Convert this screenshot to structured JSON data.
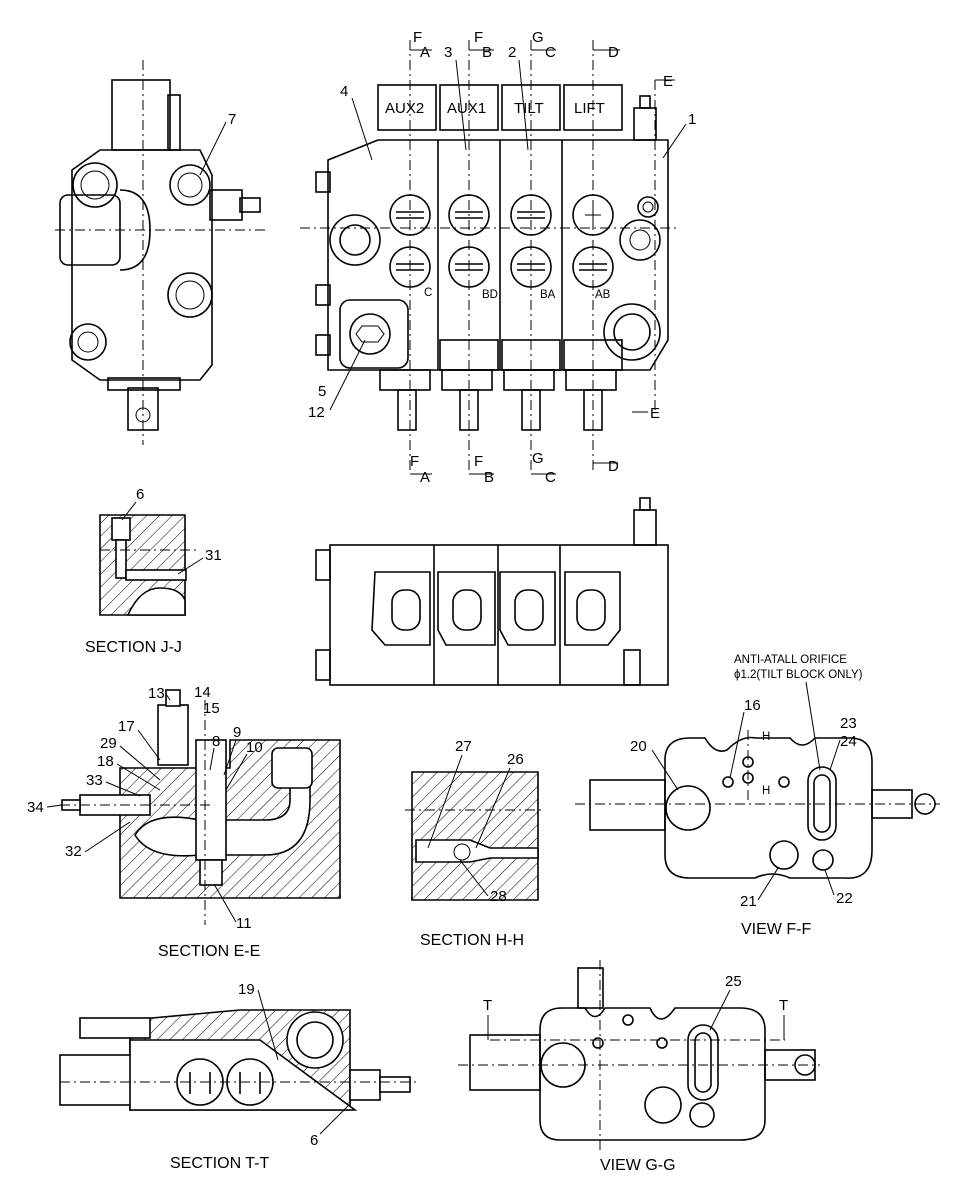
{
  "top_view": {
    "block_labels": [
      "AUX2",
      "AUX1",
      "TILT",
      "LIFT"
    ],
    "section_marks": {
      "f_top_1": "F",
      "a_top": "A",
      "f_top_2": "F",
      "b_top": "B",
      "g_top": "G",
      "c_top": "C",
      "d_top": "D",
      "e_top": "E",
      "f_bot_1": "F",
      "a_bot": "A",
      "f_bot_2": "F",
      "b_bot": "B",
      "g_bot": "G",
      "c_bot": "C",
      "d_bot": "D",
      "e_bot": "E"
    },
    "port_marks": [
      "C",
      "BD",
      "BA",
      "AB"
    ],
    "part_numbers": {
      "p1": "1",
      "p2": "2",
      "p3": "3",
      "p4": "4",
      "p5": "5",
      "p7": "7",
      "p12": "12"
    }
  },
  "section_jj": {
    "title": "SECTION J-J",
    "parts": {
      "p6": "6",
      "p31": "31"
    }
  },
  "section_ee": {
    "title": "SECTION E-E",
    "parts": {
      "p8": "8",
      "p9": "9",
      "p10": "10",
      "p11": "11",
      "p13": "13",
      "p14": "14",
      "p15": "15",
      "p17": "17",
      "p18": "18",
      "p29": "29",
      "p32": "32",
      "p33": "33",
      "p34": "34"
    }
  },
  "section_hh": {
    "title": "SECTION H-H",
    "parts": {
      "p26": "26",
      "p27": "27",
      "p28": "28"
    }
  },
  "view_ff": {
    "title": "VIEW F-F",
    "note_line1": "ANTI-ATALL ORIFICE",
    "note_line2": "ϕ1.2(TILT BLOCK ONLY)",
    "h_mark_1": "H",
    "h_mark_2": "H",
    "parts": {
      "p16": "16",
      "p20": "20",
      "p21": "21",
      "p22": "22",
      "p23": "23",
      "p24": "24"
    }
  },
  "section_tt": {
    "title": "SECTION T-T",
    "parts": {
      "p19": "19",
      "p6": "6"
    }
  },
  "view_gg": {
    "title": "VIEW G-G",
    "t_mark_1": "T",
    "t_mark_2": "T",
    "parts": {
      "p25": "25"
    }
  }
}
